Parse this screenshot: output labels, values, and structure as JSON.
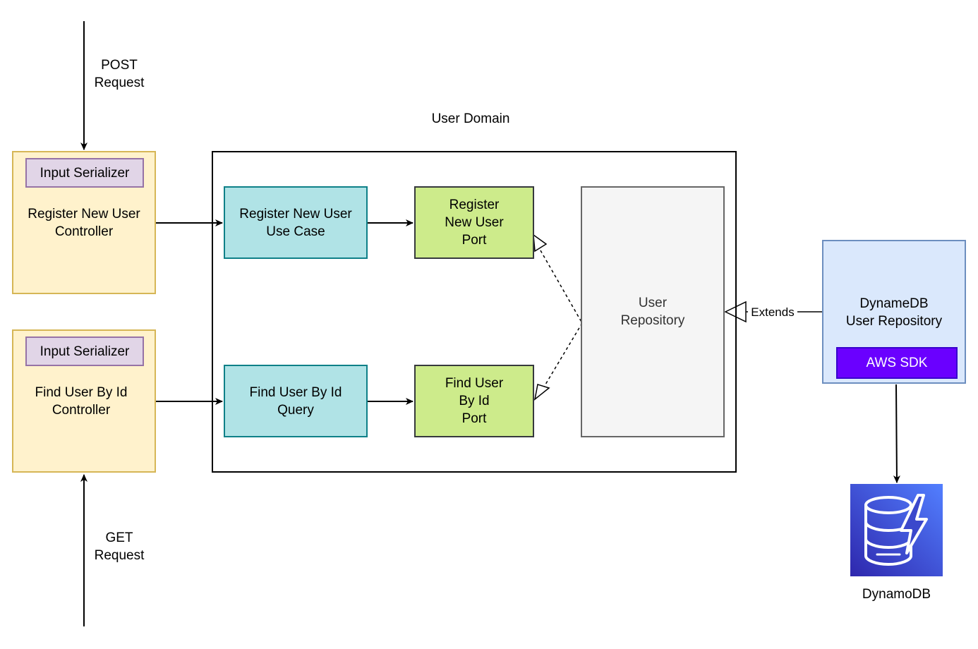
{
  "labels": {
    "post_request": "POST\nRequest",
    "get_request": "GET\nRequest",
    "user_domain": "User Domain",
    "extends": "Extends",
    "dynamodb": "DynamoDB"
  },
  "controllers": {
    "register": {
      "serializer": "Input Serializer",
      "label": "Register New User\nController"
    },
    "find": {
      "serializer": "Input Serializer",
      "label": "Find User By Id\nController"
    }
  },
  "domain": {
    "register_use_case": "Register New User\nUse Case",
    "find_query": "Find User By Id\nQuery",
    "register_port": "Register\nNew User\nPort",
    "find_port": "Find User\nBy Id\nPort",
    "user_repository": "User\nRepository"
  },
  "dynamo_repository": {
    "label": "DynameDB\nUser Repository",
    "sdk": "AWS SDK"
  },
  "icons": {
    "dynamodb": "dynamodb-icon"
  },
  "colors": {
    "controller_fill": "#fff2cc",
    "serializer_fill": "#e1d5e7",
    "use_case_fill": "#b0e3e6",
    "port_fill": "#cdeb8b",
    "repository_fill": "#f5f5f5",
    "dynamo_repo_fill": "#dae8fc",
    "sdk_fill": "#6a00ff",
    "dynamodb_icon": "#3b48cc"
  }
}
